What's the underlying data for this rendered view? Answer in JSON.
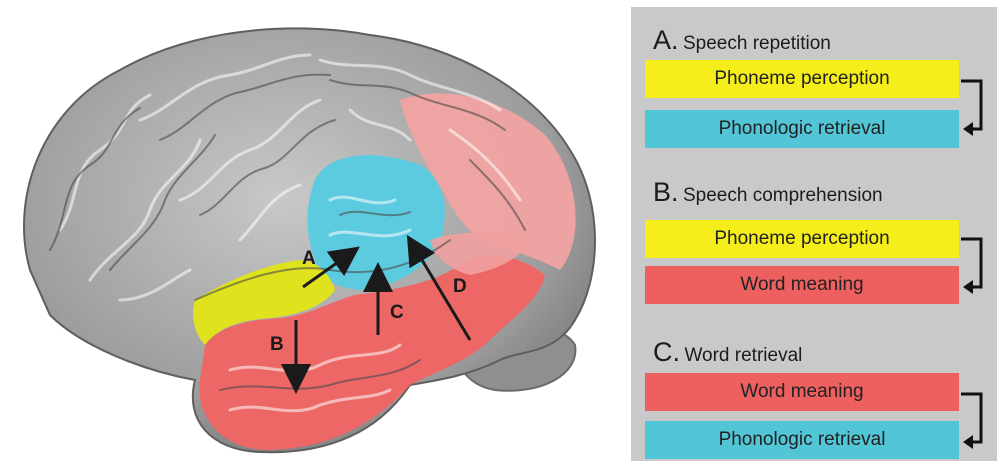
{
  "colors": {
    "phoneme_perception": "#f5ee1a",
    "phonologic_retrieval": "#52c5d7",
    "word_meaning": "#ee5f5f",
    "brain_gray": "#9a9a9a",
    "panel_background": "#c9c9c9"
  },
  "figure": {
    "arrow_labels": [
      "A",
      "B",
      "C",
      "D"
    ]
  },
  "legend": {
    "sections": [
      {
        "letter": "A.",
        "title": "Speech repetition",
        "steps": [
          "Phoneme perception",
          "Phonologic retrieval"
        ],
        "step_colors": [
          "yellow",
          "blue"
        ]
      },
      {
        "letter": "B.",
        "title": "Speech comprehension",
        "steps": [
          "Phoneme perception",
          "Word meaning"
        ],
        "step_colors": [
          "yellow",
          "red"
        ]
      },
      {
        "letter": "C.",
        "title": "Word retrieval",
        "steps": [
          "Word meaning",
          "Phonologic retrieval"
        ],
        "step_colors": [
          "red",
          "blue"
        ]
      }
    ]
  }
}
